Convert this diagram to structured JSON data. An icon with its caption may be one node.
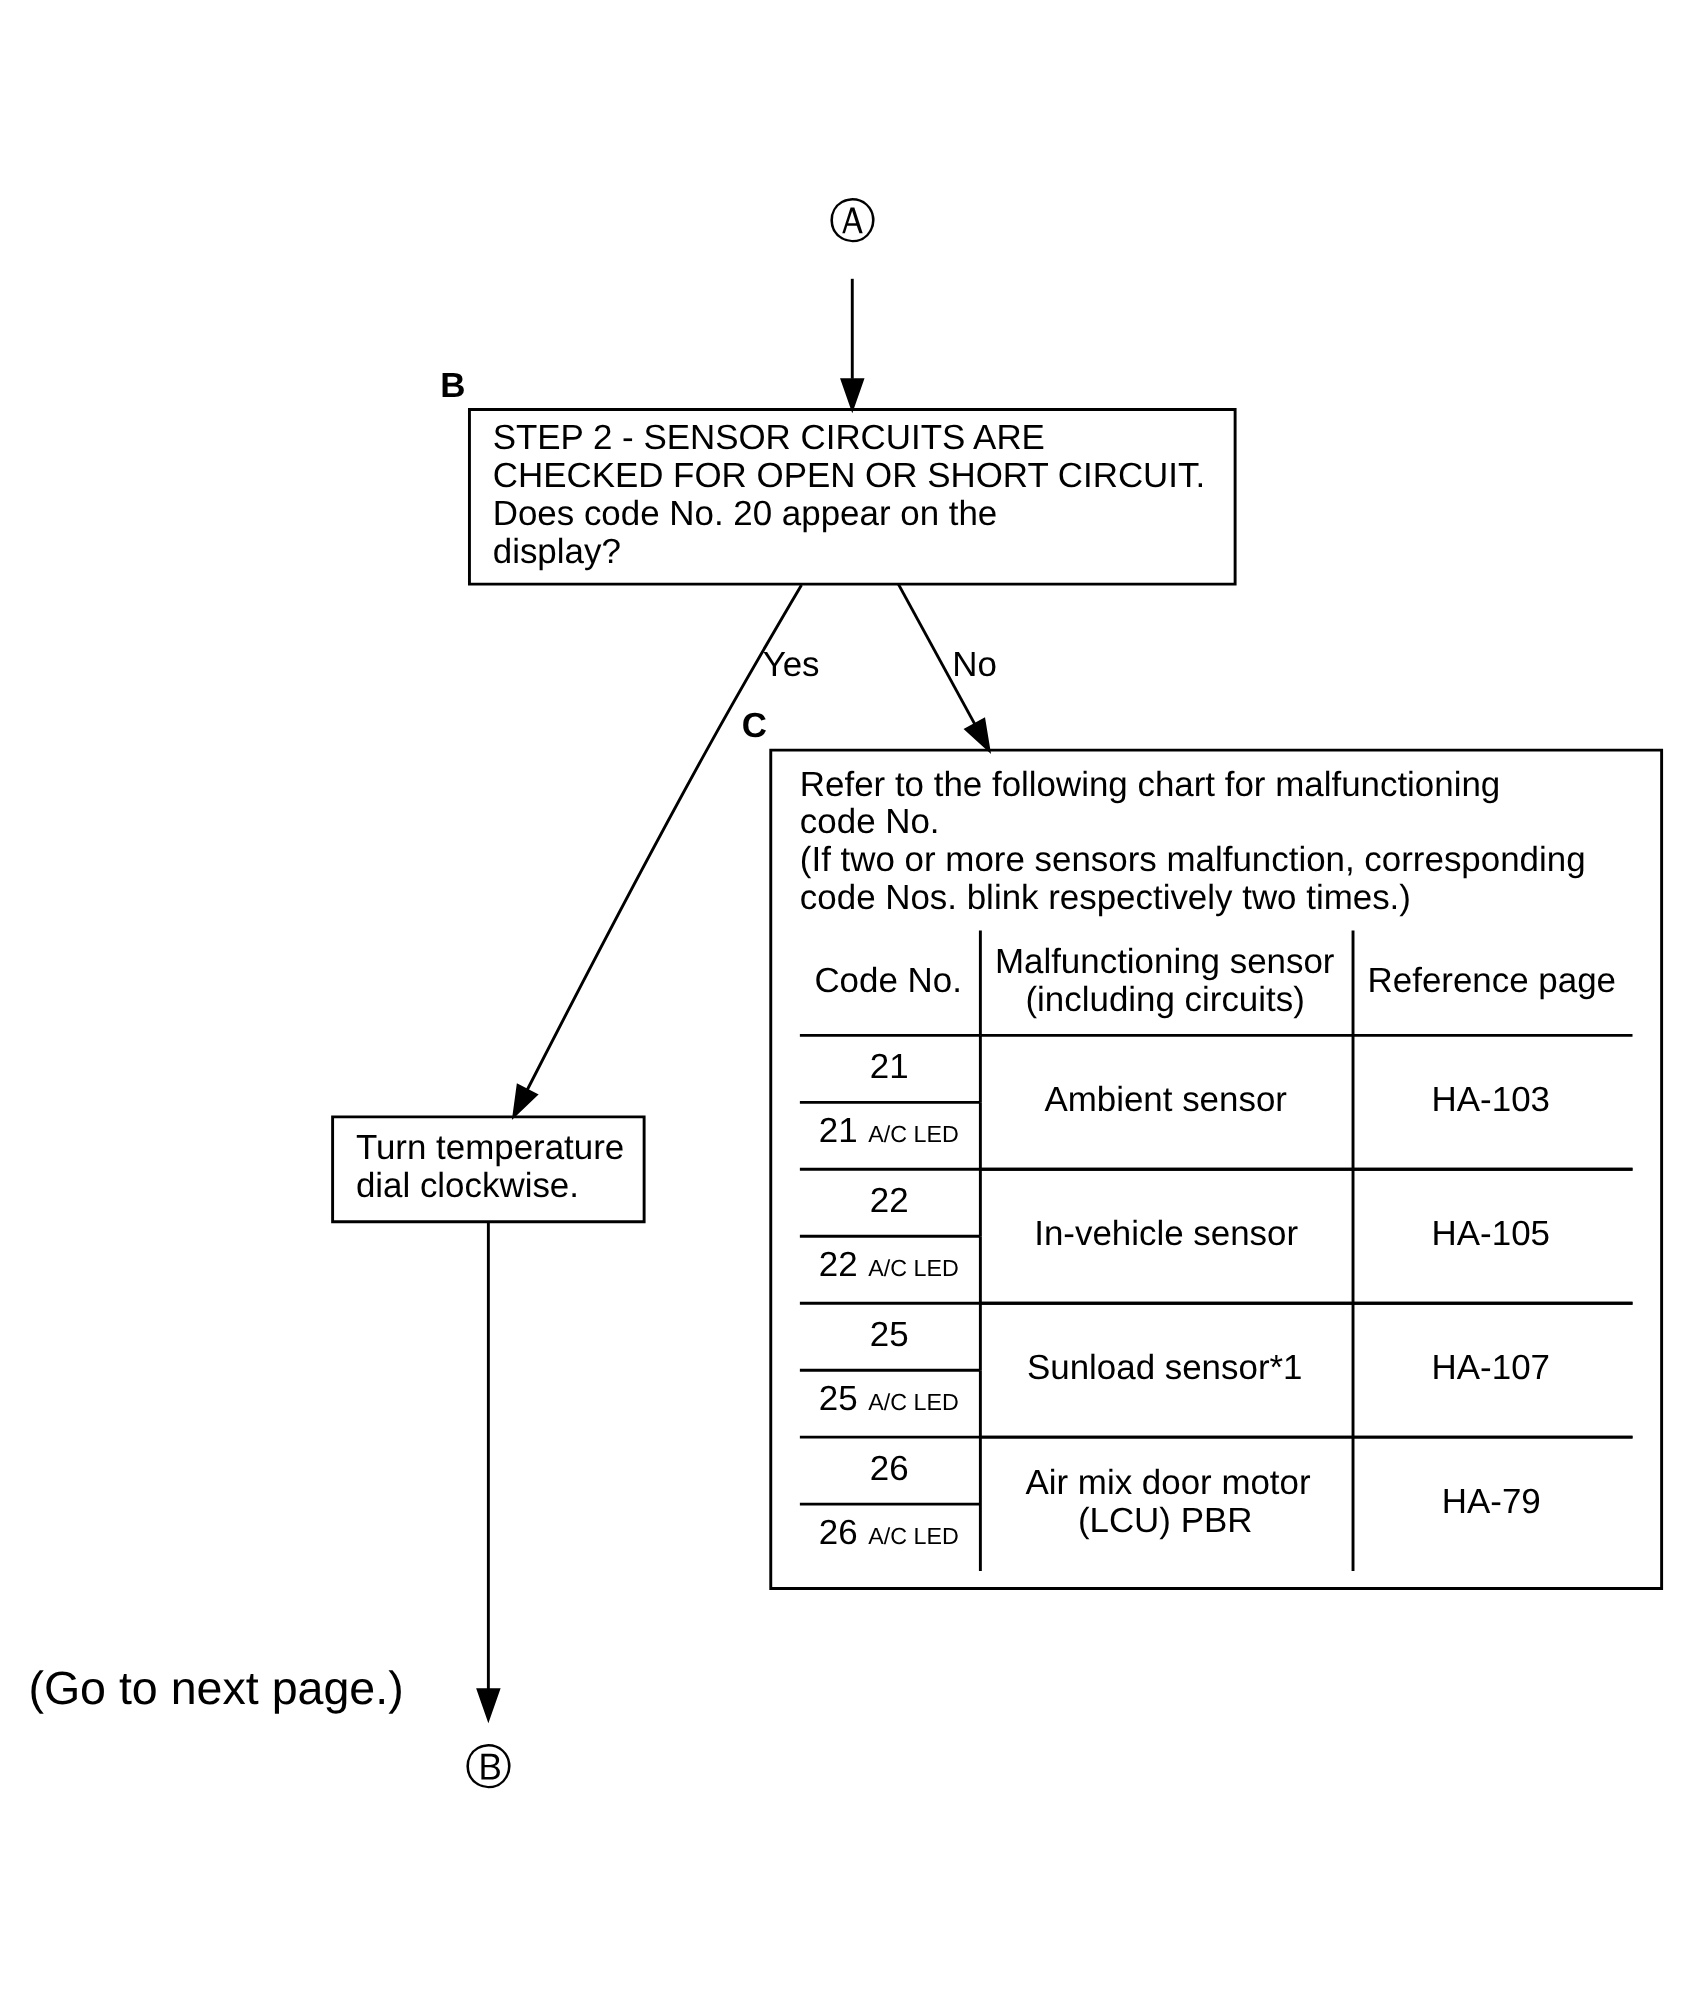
{
  "diagram": {
    "nodes": [
      {
        "text": [
          "Ⓐ"
        ]
      },
      {
        "text": [
          "STEP 2 - SENSOR CIRCUITS ARE CHECKED FOR OPEN OR SHORT CIRCUIT.",
          "Does code No. 20 appear on the display?"
        ],
        "beside": [
          "B"
        ]
      },
      {
        "text": [
          "Turn temperature dial clockwise."
        ]
      },
      {
        "text": [
          "Refer to the following chart for malfunctioning code No.",
          "(If two or more sensors malfunction, corresponding code Nos. blink respectively two times.)"
        ],
        "beside": [
          "C"
        ]
      },
      {
        "text": [
          "Ⓑ"
        ],
        "beside": [
          "(Go to next page.)"
        ]
      }
    ],
    "edges": [
      {
        "from": 0,
        "to": 1,
        "arrow": "to"
      },
      {
        "from": 1,
        "to": 3,
        "arrow": "to",
        "label": "No"
      },
      {
        "from": 1,
        "to": 2,
        "arrow": "to",
        "label": "Yes"
      },
      {
        "from": 2,
        "to": 4,
        "arrow": "to"
      }
    ],
    "labels": [
      "Code No.",
      "Malfunctioning sensor (including circuits)",
      "Reference page",
      "21",
      "21",
      "A/C LED",
      "Ambient sensor",
      "HA-103",
      "22",
      "22",
      "A/C LED",
      "In-vehicle sensor",
      "HA-105",
      "25",
      "25",
      "A/C LED",
      "Sunload sensor*1",
      "HA-107",
      "26",
      "26",
      "A/C LED",
      "Air mix door motor (LCU) PBR",
      "HA-79"
    ]
  }
}
